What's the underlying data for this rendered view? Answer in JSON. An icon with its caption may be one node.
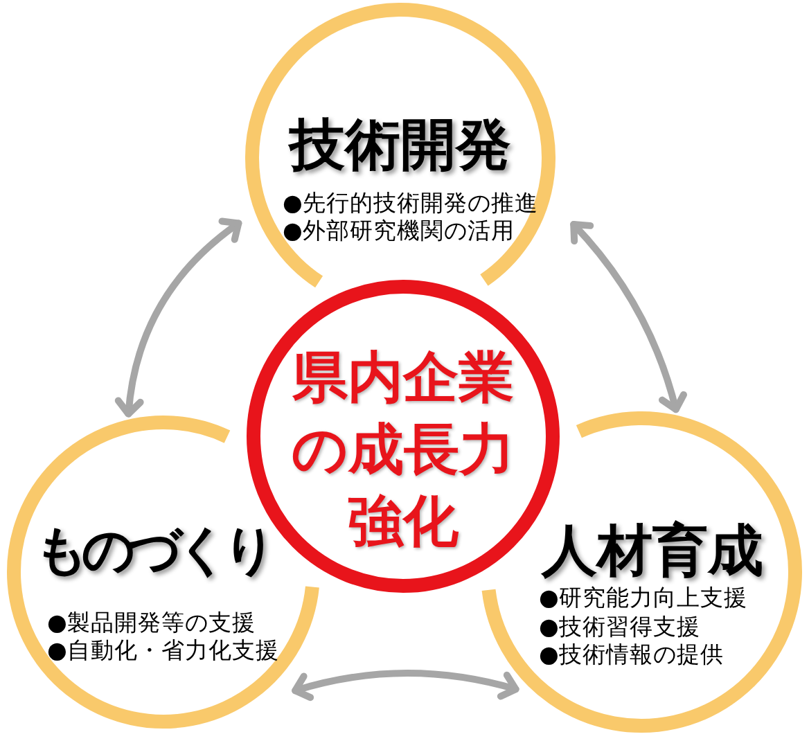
{
  "diagram": {
    "nodes": [
      {
        "text": [
          "技術開発",
          "●先行的技術開発の推進",
          "●外部研究機関の活用"
        ]
      },
      {
        "text": [
          "県内企業の成長力強化"
        ]
      },
      {
        "text": [
          "ものづくり",
          "●製品開発等の支援",
          "●自動化・省力化支援"
        ]
      },
      {
        "text": [
          "人材育成",
          "●研究能力向上支援",
          "●技術習得支援",
          "●技術情報の提供"
        ]
      }
    ],
    "edges": [
      {
        "from": 0,
        "to": 2,
        "arrow": "both"
      },
      {
        "from": 0,
        "to": 3,
        "arrow": "both"
      },
      {
        "from": 2,
        "to": 3,
        "arrow": "both"
      }
    ]
  }
}
